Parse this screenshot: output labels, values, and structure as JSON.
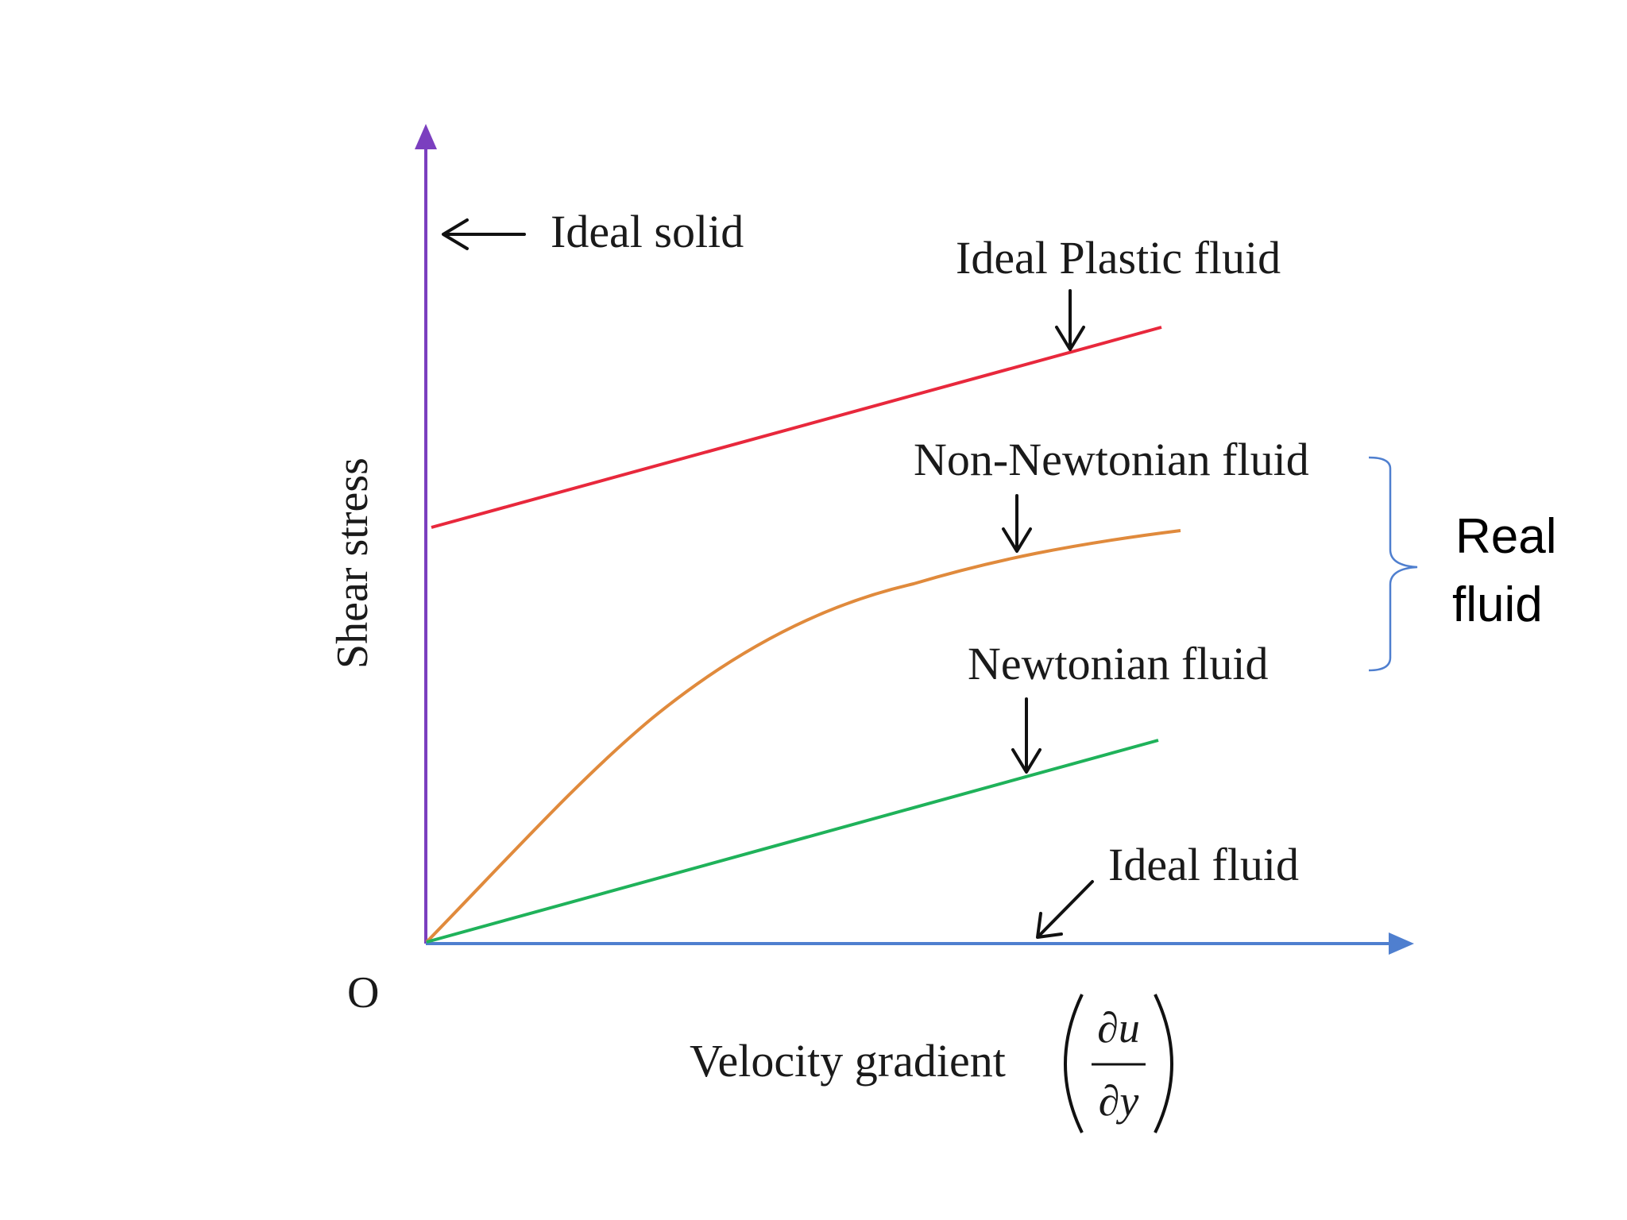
{
  "axes": {
    "y_label": "Shear stress",
    "x_label": "Velocity gradient",
    "origin_label": "O",
    "x_formula": {
      "numerator": "∂u",
      "denominator": "∂y"
    },
    "y_color": "#7b3fbf",
    "x_color": "#4f7fcf"
  },
  "curves": {
    "ideal_solid": {
      "label": "Ideal solid"
    },
    "ideal_plastic": {
      "label": "Ideal Plastic fluid",
      "color": "#e8283c"
    },
    "non_newtonian": {
      "label": "Non-Newtonian fluid",
      "color": "#e08a3c"
    },
    "newtonian": {
      "label": "Newtonian fluid",
      "color": "#1fb25a"
    },
    "ideal_fluid": {
      "label": "Ideal fluid"
    }
  },
  "group": {
    "label_line1": "Real",
    "label_line2": "fluid",
    "brace_color": "#4f7fcf"
  }
}
